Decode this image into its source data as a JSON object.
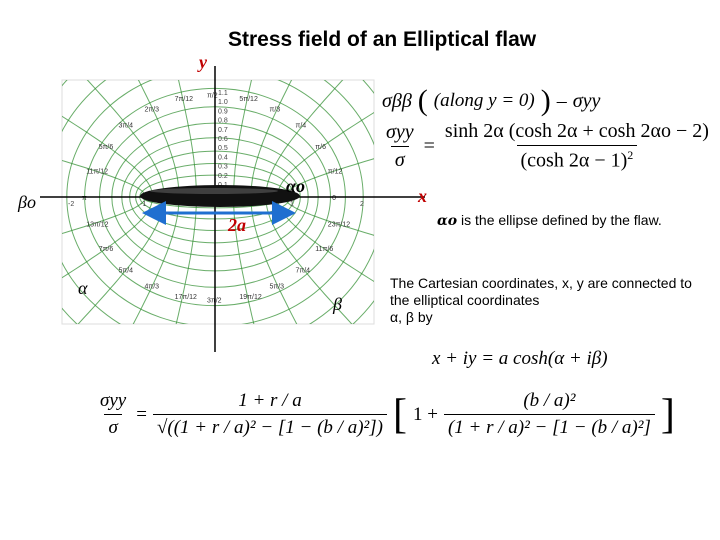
{
  "title": "Stress field of an Elliptical flaw",
  "diagram": {
    "axis_y_label": "y",
    "axis_x_label": "x",
    "alpha_o_label": "αo",
    "beta_o_label": "βo",
    "width_label": "2a",
    "alpha_label": "α",
    "beta_label": "β",
    "tick_values": [
      "1.1",
      "1.0",
      "0.9",
      "0.8",
      "0.7",
      "0.6",
      "0.5",
      "0.4",
      "0.3",
      "0.2",
      "0.1"
    ],
    "x_ticks": [
      "-2",
      "-1",
      "1",
      "2"
    ],
    "angle_labels": [
      "π/2",
      "5π/12",
      "7π/12",
      "π/3",
      "2π/3",
      "π/4",
      "3π/4",
      "π/6",
      "5π/6",
      "π/12",
      "11π/12",
      "0",
      "π",
      "13π/12",
      "23π/12",
      "7π/6",
      "11π/6",
      "5π/4",
      "7π/4",
      "4π/3",
      "5π/3",
      "3π/2",
      "17π/12",
      "19π/12"
    ],
    "colors": {
      "ellipse": "#000000",
      "ellipse_highlight": "#555555",
      "arrow": "#1f6fd0",
      "grid": "#2a8a2a",
      "axis": "#000000",
      "labels": "#c00000"
    }
  },
  "equations": {
    "eq1": {
      "lhs": "σββ",
      "middle": "(along y = 0)",
      "rhs": "σyy"
    },
    "eq2": {
      "lhs_num": "σyy",
      "lhs_den": "σ",
      "rhs_num": "sinh 2α (cosh 2α + cosh 2αo − 2)",
      "rhs_den": "(cosh 2α − 1)",
      "exponent": "2"
    },
    "eq3": {
      "text": "x + iy = a cosh(α + iβ)"
    },
    "eq4": {
      "lhs_num": "σyy",
      "lhs_den": "σ",
      "mid_num": "1 + r / a",
      "mid_den": "√((1 + r / a)² − [1 − (b / a)²])",
      "right_one": "1 +",
      "right_num": "(b / a)²",
      "right_den": "(1 + r / a)² − [1 − (b / a)²]"
    }
  },
  "notes": {
    "alpha_o_prefix": "αo",
    "alpha_o_text": "is the ellipse defined by the flaw.",
    "cartesian_text_1": "The Cartesian coordinates, x, y are connected to the elliptical coordinates",
    "cartesian_text_2": "α, β by"
  }
}
